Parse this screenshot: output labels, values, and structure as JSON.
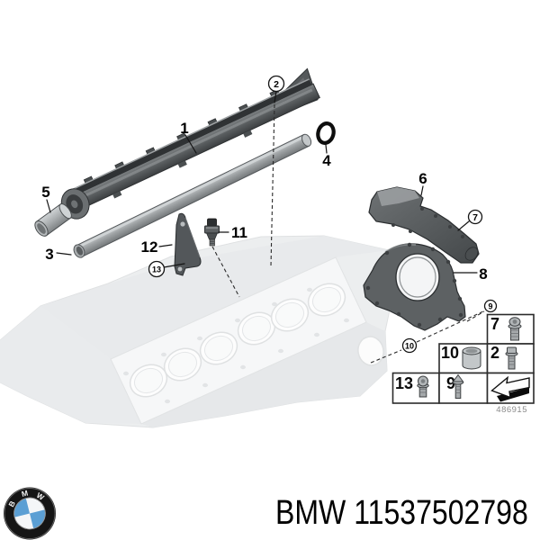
{
  "colors": {
    "background": "#ffffff",
    "part_dark": "#595d5f",
    "part_outline": "#2e3133",
    "part_mid": "#8e9294",
    "part_light": "#b9bdbf",
    "watermark_fill": "#dcdfe2",
    "watermark_line": "#c2c6c9",
    "table_border": "#2b2b2b",
    "drawing_number_color": "#8a8a8a",
    "logo_blue": "#5b9fd4",
    "logo_ring": "#151515",
    "text_color": "#000000"
  },
  "diagram": {
    "drawing_number": "486915",
    "labels": {
      "l1": "1",
      "l3": "3",
      "l4": "4",
      "l5": "5",
      "l6": "6",
      "l8": "8",
      "l11": "11",
      "l12": "12",
      "c2": "2",
      "c7": "7",
      "c9": "9",
      "c10": "10",
      "c13": "13"
    },
    "legend": {
      "rows": [
        {
          "ref": "7",
          "icon": "flange-torx-bolt"
        },
        {
          "ref": "10",
          "icon": "dowel-sleeve"
        },
        {
          "ref": "2",
          "icon": "hex-flange-bolt"
        },
        {
          "ref": "13",
          "icon": "pan-torx-bolt"
        },
        {
          "ref": "9",
          "icon": "cone-head-bolt"
        },
        {
          "ref": "",
          "icon": "direction-arrow"
        }
      ]
    }
  },
  "footer": {
    "brand": "BMW",
    "part_number": "11537502798",
    "logo_letters": [
      "B",
      "M",
      "W"
    ]
  }
}
